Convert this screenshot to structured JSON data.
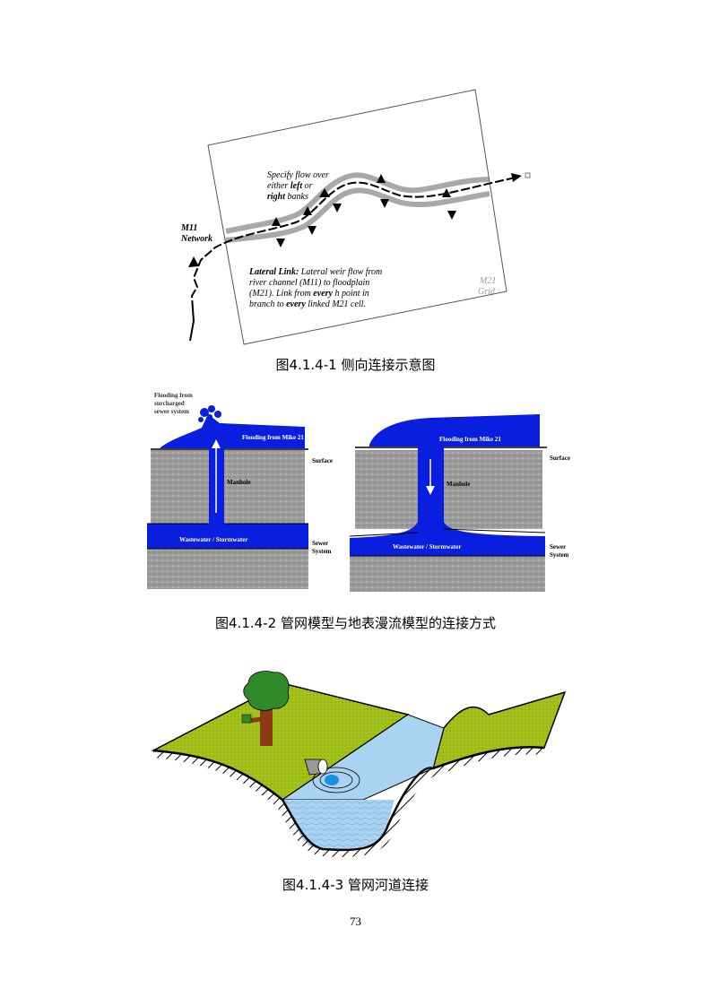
{
  "figure1": {
    "specify_flow": {
      "line1": "Specify flow over",
      "line2_a": "either ",
      "line2_b": "left",
      "line2_c": " or",
      "line3_a": "right",
      "line3_b": " banks"
    },
    "m11_network": {
      "line1": "M11",
      "line2": "Network"
    },
    "m21_grid": {
      "line1": "M21",
      "line2": "Grid"
    },
    "lateral_link": {
      "line1_a": "Lateral Link:",
      "line1_b": " Lateral weir flow from",
      "line2": "river channel (M11) to floodplain",
      "line3_a": "(M21). Link from ",
      "line3_b": "every",
      "line3_c": " h point in",
      "line4_a": "branch to ",
      "line4_b": "every",
      "line4_c": " linked M21 cell."
    },
    "caption": "图4.1.4-1  侧向连接示意图"
  },
  "figure2": {
    "flooding_surcharged": {
      "line1": "Flooding from",
      "line2": "surcharged",
      "line3": "sewer system"
    },
    "flooding_mike_left": "Flooding from Mike 21",
    "flooding_mike_right": "Flooding from Mike 21",
    "surface_left": "Surface",
    "surface_right": "Surface",
    "manhole_left": "Manhole",
    "manhole_right": "Manhole",
    "wastewater_left": "Wastewater / Stormwater",
    "wastewater_right": "Wastewater / Stormwater",
    "sewer_left": {
      "line1": "Sewer",
      "line2": "System"
    },
    "sewer_right": {
      "line1": "Sewer",
      "line2": "System"
    },
    "caption": "图4.1.4-2  管网模型与地表漫流模型的连接方式"
  },
  "figure3": {
    "caption": "图4.1.4-3  管网河道连接"
  },
  "page_number": "73",
  "colors": {
    "flood_blue": "#0a1ee0",
    "soil_gray": "#9a9a9a",
    "grass_green": "#a4c21a",
    "river_blue": "#a9d3f0",
    "tree_green": "#2f8a2a",
    "trunk_brown": "#8a3a14"
  }
}
